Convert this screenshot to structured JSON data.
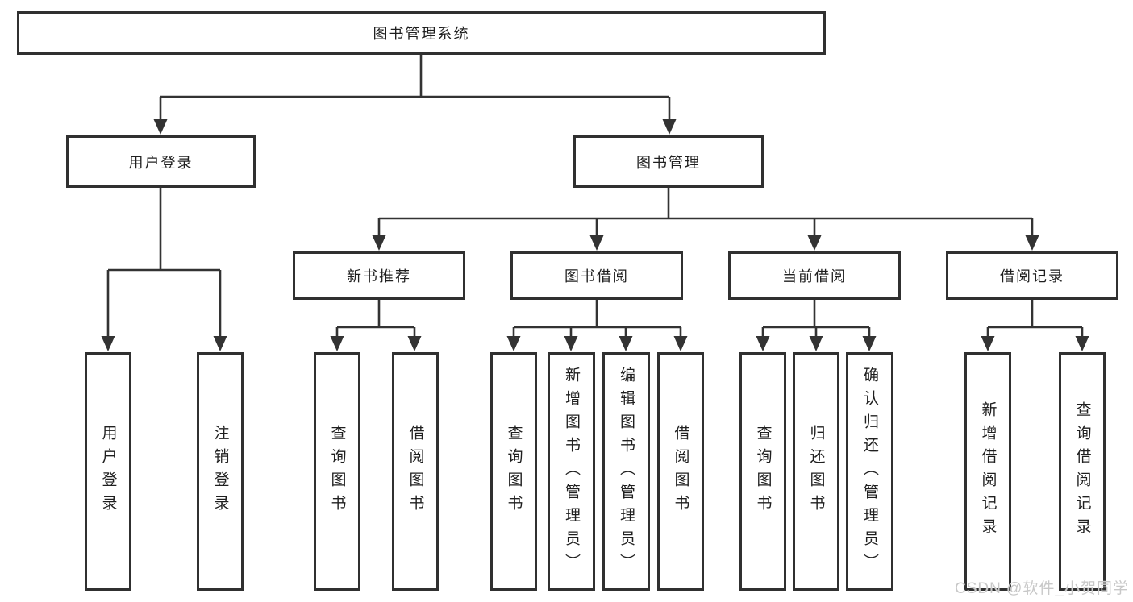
{
  "diagram": {
    "root": {
      "label": "图书管理系统"
    },
    "level2": [
      {
        "label": "用户登录"
      },
      {
        "label": "图书管理"
      }
    ],
    "level3": [
      {
        "label": "新书推荐"
      },
      {
        "label": "图书借阅"
      },
      {
        "label": "当前借阅"
      },
      {
        "label": "借阅记录"
      }
    ],
    "leaves": {
      "user_login": [
        {
          "label": "用户登录"
        },
        {
          "label": "注销登录"
        }
      ],
      "new_book_recommend": [
        {
          "label": "查询图书"
        },
        {
          "label": "借阅图书"
        }
      ],
      "book_borrowing": [
        {
          "label": "查询图书"
        },
        {
          "label": "新增图书（管理员）"
        },
        {
          "label": "编辑图书（管理员）"
        },
        {
          "label": "借阅图书"
        }
      ],
      "current_borrowing": [
        {
          "label": "查询图书"
        },
        {
          "label": "归还图书"
        },
        {
          "label": "确认归还（管理员）"
        }
      ],
      "borrowing_records": [
        {
          "label": "新增借阅记录"
        },
        {
          "label": "查询借阅记录"
        }
      ]
    }
  },
  "watermark": {
    "text": "CSDN @软件_小贺同学"
  },
  "colors": {
    "line": "#333333",
    "border": "#303030",
    "text": "#1f1f1f",
    "background": "#ffffff",
    "watermark": "#c8c8c8"
  }
}
